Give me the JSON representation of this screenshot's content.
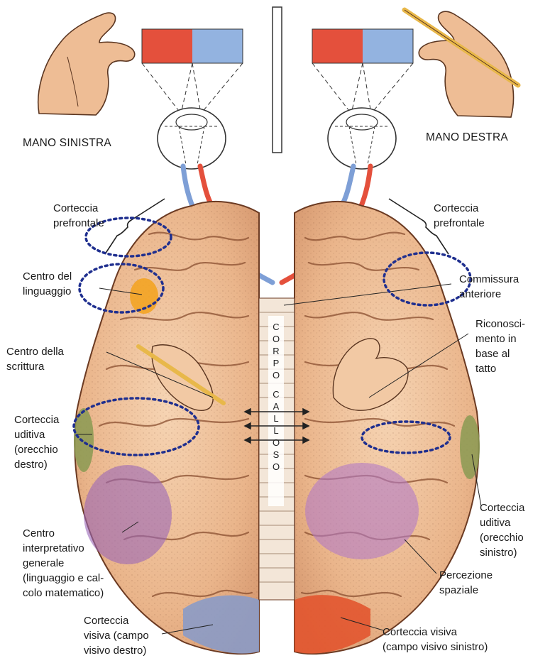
{
  "hands": {
    "left_title": "MANO SINISTRA",
    "right_title": "MANO DESTRA"
  },
  "corpus_callosum": {
    "letters": [
      "C",
      "O",
      "R",
      "P",
      "O",
      "C",
      "A",
      "L",
      "L",
      "O",
      "S",
      "O"
    ]
  },
  "labels_left": {
    "prefrontal": [
      "Corteccia",
      "prefrontale"
    ],
    "language": [
      "Centro del",
      "linguaggio"
    ],
    "writing": [
      "Centro della",
      "scrittura"
    ],
    "auditory": [
      "Corteccia",
      "uditiva",
      "(orecchio",
      "destro)"
    ],
    "interpretive": [
      "Centro",
      "interpretativo",
      "generale",
      "(linguaggio e cal-",
      "colo matematico)"
    ],
    "visual": [
      "Corteccia",
      "visiva (campo",
      "visivo destro)"
    ]
  },
  "labels_right": {
    "prefrontal": [
      "Corteccia",
      "prefrontale"
    ],
    "commissure": [
      "Commissura",
      "anteriore"
    ],
    "touch": [
      "Riconosci-",
      "mento in",
      "base al",
      "tatto"
    ],
    "auditory": [
      "Corteccia",
      "uditiva",
      "(orecchio",
      "sinistro)"
    ],
    "spatial": [
      "Percezione",
      "spaziale"
    ],
    "visual": [
      "Corteccia visiva",
      "(campo visivo sinistro)"
    ]
  },
  "colors": {
    "field_red": "#e4503c",
    "field_blue": "#93b3e0",
    "brain": "#eebd95",
    "brain_dark": "#c98b66",
    "highlight_dotted": "#1f2f8f",
    "language_center": "#f3a21c",
    "interpretive_purple": "#9a66b8",
    "auditory_green": "#8a9a52",
    "visual_left_blue": "#8b9bc6",
    "visual_right_red": "#e2552f"
  },
  "icons": [
    "left-hand-icon",
    "right-hand-writing-icon",
    "left-eye-icon",
    "right-eye-icon",
    "pencil-icon"
  ]
}
